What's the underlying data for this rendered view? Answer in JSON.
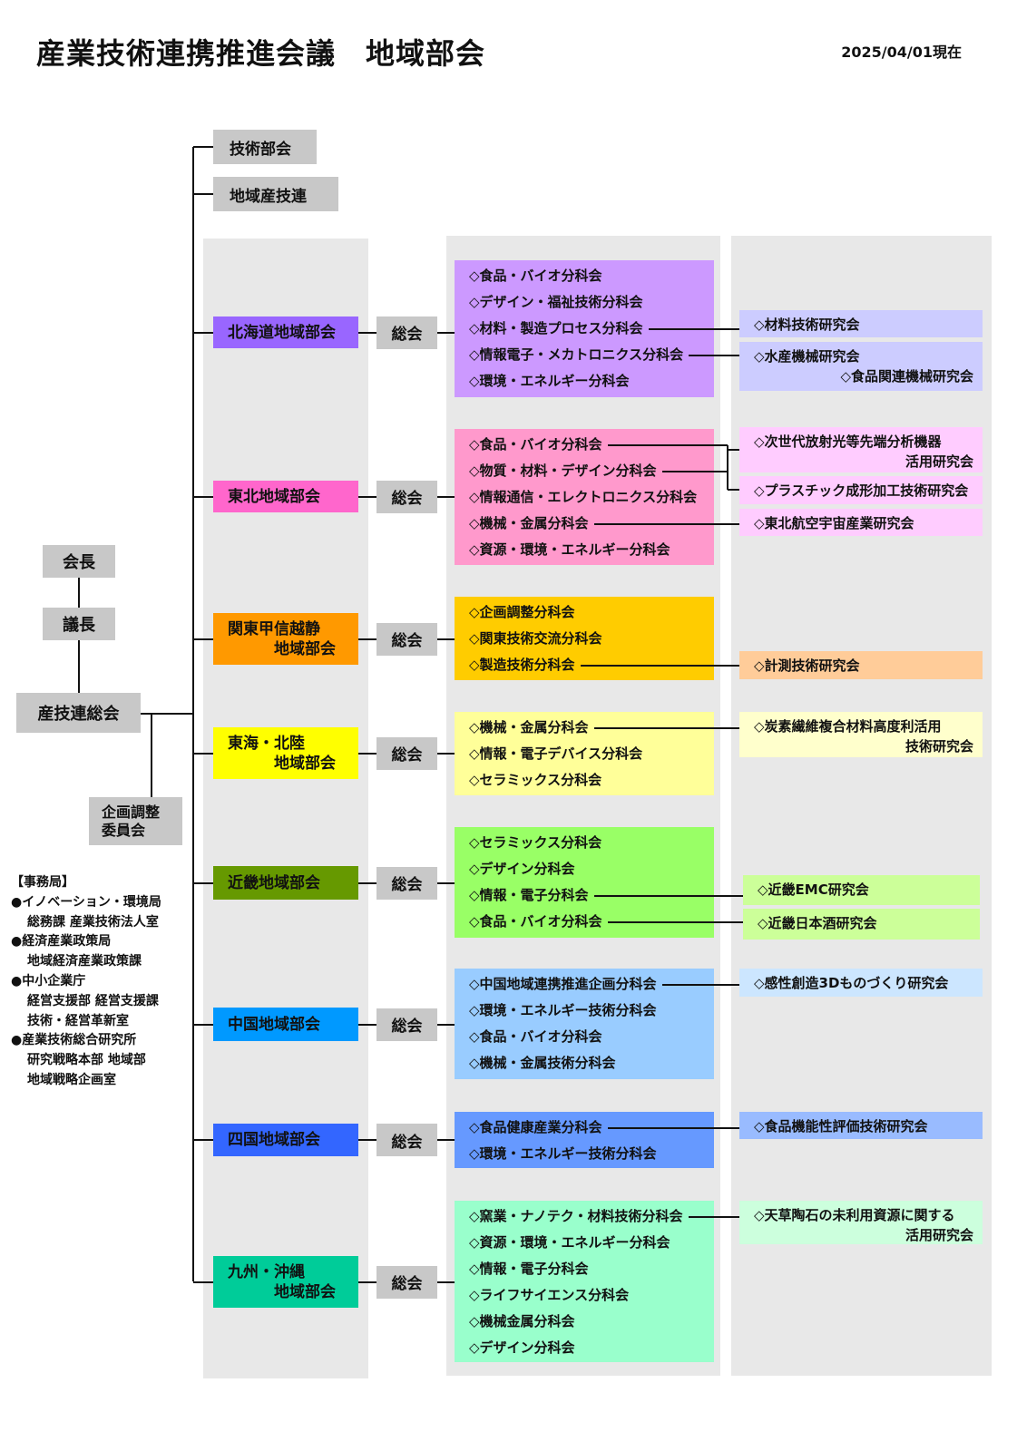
{
  "title": "産業技術連携推進会議　地域部会",
  "date": "2025/04/01現在",
  "colors": {
    "column_bg": "#e8e8e8",
    "gray_box": "#c8c8c8",
    "line": "#111111"
  },
  "left": {
    "chairman": "会長",
    "vice_chairman": "議長",
    "general_assembly": "産技連総会",
    "planning_committee": "企画調整\n委員会"
  },
  "top_boxes": [
    "技術部会",
    "地域産技連"
  ],
  "office": {
    "heading": "【事務局】",
    "entries": [
      {
        "org": "●イノベーション・環境局",
        "sub": [
          "総務課 産業技術法人室"
        ]
      },
      {
        "org": "●経済産業政策局",
        "sub": [
          "地域経済産業政策課"
        ]
      },
      {
        "org": "●中小企業庁",
        "sub": [
          "経営支援部 経営支援課",
          "技術・経営革新室"
        ]
      },
      {
        "org": "●産業技術総合研究所",
        "sub": [
          "研究戦略本部 地域部",
          "地域戦略企画室"
        ]
      }
    ]
  },
  "sokai_label": "総会",
  "regions": [
    {
      "name": "北海道地域部会",
      "color": "#9966ff",
      "bunka_color": "#cc99ff",
      "bunkakai": [
        "◇食品・バイオ分科会",
        "◇デザイン・福祉技術分科会",
        "◇材料・製造プロセス分科会",
        "◇情報電子・メカトロニクス分科会",
        "◇環境・エネルギー分科会"
      ],
      "ken_color": "#ccccff",
      "kenkyukai": [
        {
          "lines": [
            "◇材料技術研究会"
          ]
        },
        {
          "lines": [
            "◇水産機械研究会",
            "◇食品関連機械研究会"
          ]
        }
      ]
    },
    {
      "name": "東北地域部会",
      "color": "#ff66cc",
      "bunka_color": "#ff99cc",
      "bunkakai": [
        "◇食品・バイオ分科会",
        "◇物質・材料・デザイン分科会",
        "◇情報通信・エレクトロニクス分科会",
        "◇機械・金属分科会",
        "◇資源・環境・エネルギー分科会"
      ],
      "ken_color": "#ffccff",
      "kenkyukai": [
        {
          "lines": [
            "◇次世代放射光等先端分析機器",
            "活用研究会"
          ]
        },
        {
          "lines": [
            "◇プラスチック成形加工技術研究会"
          ]
        },
        {
          "lines": [
            "◇東北航空宇宙産業研究会"
          ]
        }
      ]
    },
    {
      "name": "関東甲信越静\n　　　地域部会",
      "color": "#ff9900",
      "bunka_color": "#ffcc00",
      "bunkakai": [
        "◇企画調整分科会",
        "◇関東技術交流分科会",
        "◇製造技術分科会"
      ],
      "ken_color": "#ffcc99",
      "kenkyukai": [
        {
          "lines": [
            "◇計測技術研究会"
          ]
        }
      ]
    },
    {
      "name": "東海・北陸\n　　　地域部会",
      "color": "#ffff00",
      "bunka_color": "#ffff99",
      "bunkakai": [
        "◇機械・金属分科会",
        "◇情報・電子デバイス分科会",
        "◇セラミックス分科会"
      ],
      "ken_color": "#ffffcc",
      "kenkyukai": [
        {
          "lines": [
            "◇炭素繊維複合材料高度利活用",
            "技術研究会"
          ]
        }
      ]
    },
    {
      "name": "近畿地域部会",
      "color": "#669900",
      "bunka_color": "#99ff66",
      "bunkakai": [
        "◇セラミックス分科会",
        "◇デザイン分科会",
        "◇情報・電子分科会",
        "◇食品・バイオ分科会"
      ],
      "ken_color": "#ccff99",
      "kenkyukai": [
        {
          "lines": [
            "◇近畿EMC研究会"
          ]
        },
        {
          "lines": [
            "◇近畿日本酒研究会"
          ]
        }
      ]
    },
    {
      "name": "中国地域部会",
      "color": "#0099ff",
      "bunka_color": "#99ccff",
      "bunkakai": [
        "◇中国地域連携推進企画分科会",
        "◇環境・エネルギー技術分科会",
        "◇食品・バイオ分科会",
        "◇機械・金属技術分科会"
      ],
      "ken_color": "#cce6ff",
      "kenkyukai": [
        {
          "lines": [
            "◇感性創造3Dものづくり研究会"
          ]
        }
      ]
    },
    {
      "name": "四国地域部会",
      "color": "#3366ff",
      "bunka_color": "#6699ff",
      "bunkakai": [
        "◇食品健康産業分科会",
        "◇環境・エネルギー技術分科会"
      ],
      "ken_color": "#99bbff",
      "kenkyukai": [
        {
          "lines": [
            "◇食品機能性評価技術研究会"
          ]
        }
      ]
    },
    {
      "name": "九州・沖縄\n　　　地域部会",
      "color": "#00cc99",
      "bunka_color": "#99ffcc",
      "bunkakai": [
        "◇窯業・ナノテク・材料技術分科会",
        "◇資源・環境・エネルギー分科会",
        "◇情報・電子分科会",
        "◇ライフサイエンス分科会",
        "◇機械金属分科会",
        "◇デザイン分科会"
      ],
      "ken_color": "#ccffdd",
      "kenkyukai": [
        {
          "lines": [
            "◇天草陶石の未利用資源に関する",
            "活用研究会"
          ]
        }
      ]
    }
  ]
}
